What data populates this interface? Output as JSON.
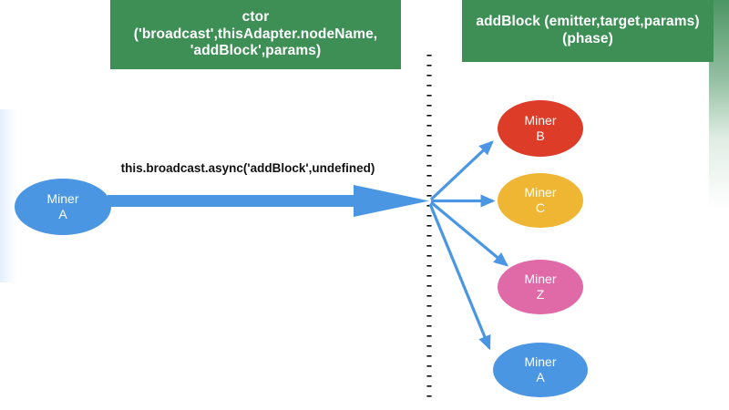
{
  "diagram": {
    "title_boxes": [
      {
        "id": "ctor",
        "text": "ctor\n('broadcast',thisAdapter.nodeName,\n'addBlock',params)",
        "color": "#3d8f56"
      },
      {
        "id": "addBlock",
        "text": "addBlock (emitter,target,params)\n(phase)",
        "color": "#3d8f56"
      }
    ],
    "edge_label": "this.broadcast.async('addBlock',undefined)",
    "nodes": [
      {
        "id": "miner-a-left",
        "label": "Miner\nA",
        "color": "#4a96e2",
        "side": "left"
      },
      {
        "id": "miner-b",
        "label": "Miner\nB",
        "color": "#dc3c28",
        "side": "right"
      },
      {
        "id": "miner-c",
        "label": "Miner\nC",
        "color": "#efb634",
        "side": "right"
      },
      {
        "id": "miner-z",
        "label": "Miner\nZ",
        "color": "#e069a8",
        "side": "right"
      },
      {
        "id": "miner-a-right",
        "label": "Miner\nA",
        "color": "#4a96e2",
        "side": "right"
      }
    ],
    "divider": {
      "style": "dotted",
      "color": "#111111",
      "orientation": "vertical"
    },
    "arrow_color": "#4a96e2"
  }
}
